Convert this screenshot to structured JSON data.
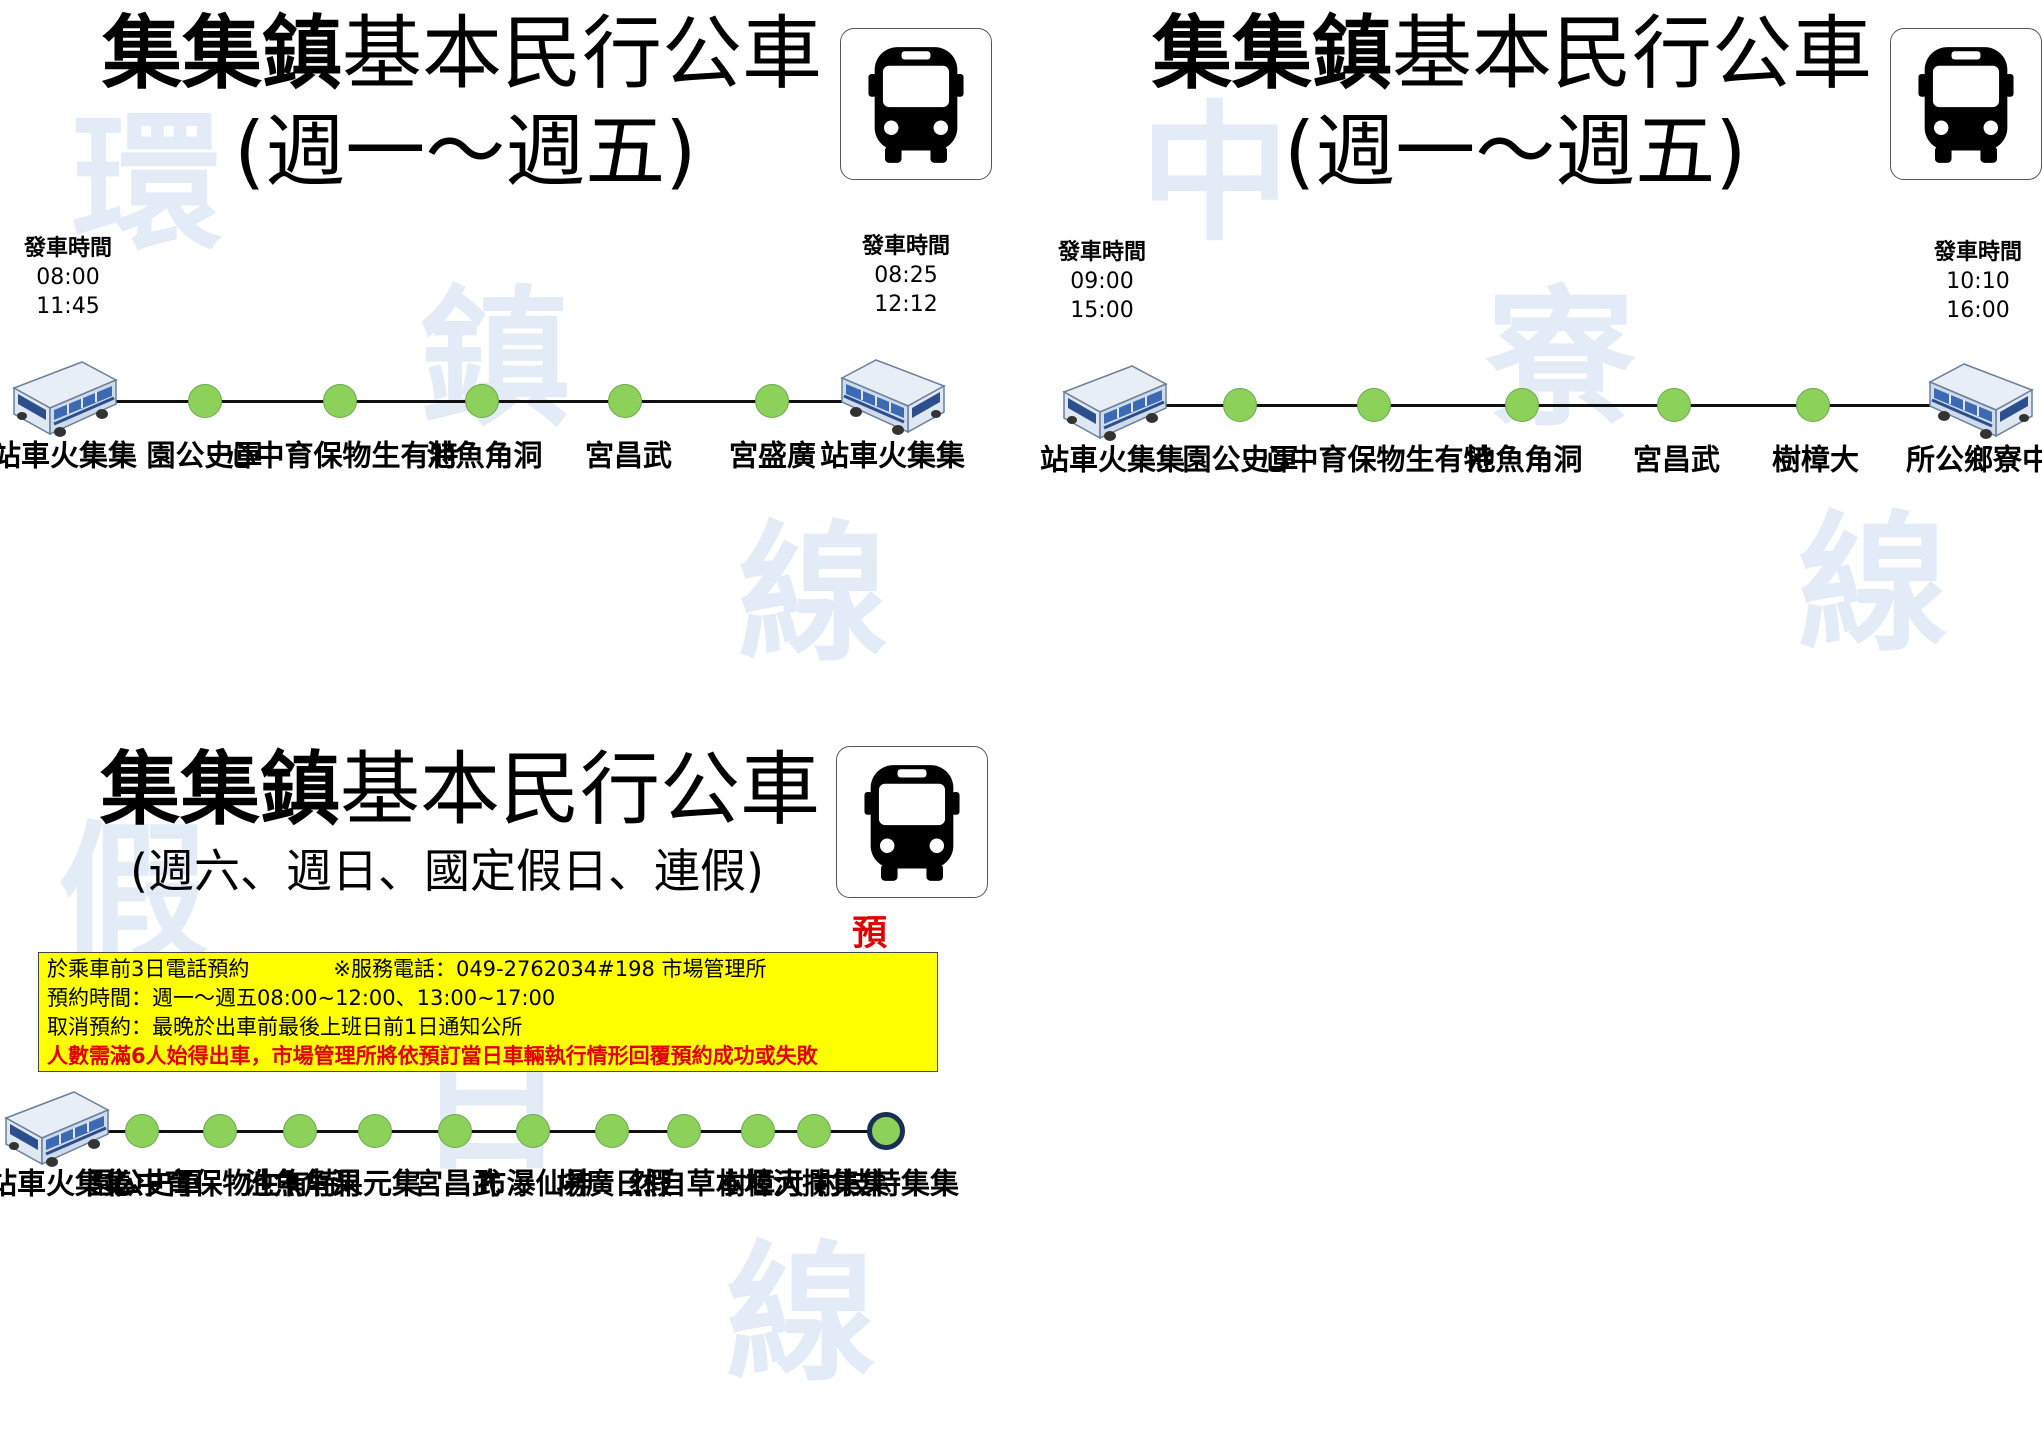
{
  "panels": [
    {
      "title_bold": "集集鎮",
      "title_rest": "基本民行公車",
      "subtitle": "(週一～週五)",
      "watermark": [
        "環",
        "鎮",
        "線"
      ],
      "departures_left": {
        "header": "發車時間",
        "times": [
          "08:00",
          "11:45"
        ]
      },
      "departures_right": {
        "header": "發車時間",
        "times": [
          "08:25",
          "12:12"
        ]
      },
      "stops": [
        "集集火車站",
        "軍史公園",
        "特有生物保育中心",
        "洞角魚池",
        "武昌宮",
        "廣盛宮",
        "集集火車站"
      ]
    },
    {
      "title_bold": "集集鎮",
      "title_rest": "基本民行公車",
      "subtitle": "(週一～週五)",
      "watermark": [
        "中",
        "寮",
        "線"
      ],
      "departures_left": {
        "header": "發車時間",
        "times": [
          "09:00",
          "15:00"
        ]
      },
      "departures_right": {
        "header": "發車時間",
        "times": [
          "10:10",
          "16:00"
        ]
      },
      "stops": [
        "集集火車站",
        "軍史公園",
        "特有生物保育中心",
        "洞角魚池",
        "武昌宮",
        "大樟樹",
        "中寮鄉公所"
      ]
    },
    {
      "title_bold": "集集鎮",
      "title_rest": "基本民行公車",
      "subtitle": "(週六、週日、國定假日、連假)",
      "watermark": [
        "假",
        "日",
        "線"
      ],
      "reservation_label": "預約式",
      "notice": {
        "line1": "於乘車前3日電話預約　　　　※服務電話：049-2762034#198  市場管理所",
        "line2": "預約時間：週一～週五08:00~12:00、13:00~17:00",
        "line3": "取消預約：最晚於出車前最後上班日前1日通知公所",
        "line4_red_a": "人數需滿6人始得出車，市場管理所",
        "line4_red_b": "將依預訂當日車輛執行情形回覆預約成功或失敗"
      },
      "stops": [
        "集集火車站",
        "軍史公園",
        "特有生物保育中心",
        "洞角魚池",
        "集元果",
        "武昌宮",
        "神仙瀑布",
        "假日廣場",
        "本草自然",
        "大樟樹",
        "集集攔河堰",
        "集集特技村"
      ]
    }
  ],
  "colors": {
    "stop_fill": "#8bd15a",
    "final_stop_ring": "#1b2f55",
    "notice_bg": "#ffff00",
    "alert_red": "#e00000",
    "watermark": "#c9d9ef"
  }
}
